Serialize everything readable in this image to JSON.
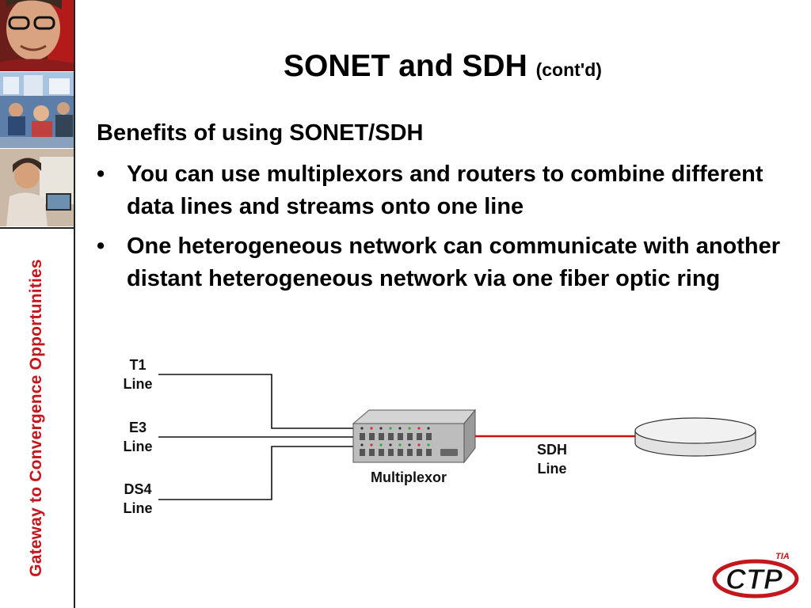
{
  "slide": {
    "title": "SONET and SDH",
    "title_suffix": "(cont'd)",
    "lead": "Benefits of using SONET/SDH",
    "bullets": [
      "You can use multiplexors and routers to combine different data lines and streams onto one line",
      "One heterogeneous network can communicate with another distant heterogeneous network via one fiber optic ring"
    ],
    "bullet_glyph": "•"
  },
  "sidebar": {
    "tagline": "Gateway to Convergence Opportunities",
    "tagline_color": "#c4161c"
  },
  "diagram": {
    "inputs": [
      {
        "name": "T1",
        "line": "Line"
      },
      {
        "name": "E3",
        "line": "Line"
      },
      {
        "name": "DS4",
        "line": "Line"
      }
    ],
    "device_label": "Multiplexor",
    "output": {
      "name": "SDH",
      "line": "Line"
    },
    "output_line_color": "#cc1111"
  },
  "logo": {
    "text": "CTP",
    "superscript": "TIA",
    "color": "#c4161c"
  }
}
